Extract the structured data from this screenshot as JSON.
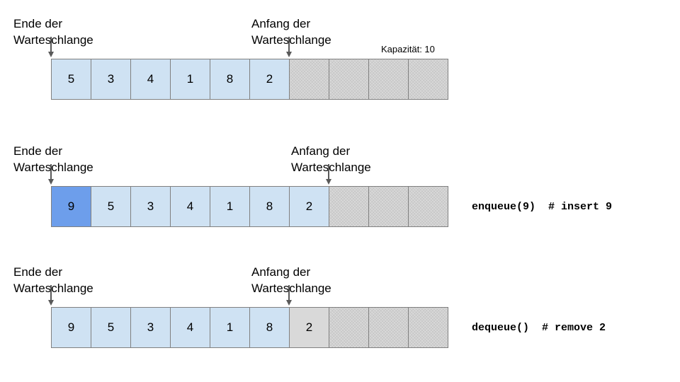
{
  "rows": [
    {
      "tail_label": "Ende der\nWarteschlange",
      "head_label": "Anfang der\nWarteschlange",
      "capacity": "Kapazität: 10",
      "cells": [
        "5",
        "3",
        "4",
        "1",
        "8",
        "2",
        "",
        "",
        "",
        ""
      ],
      "states": [
        "filled",
        "filled",
        "filled",
        "filled",
        "filled",
        "filled",
        "empty",
        "empty",
        "empty",
        "empty"
      ],
      "operation": ""
    },
    {
      "tail_label": "Ende der\nWarteschlange",
      "head_label": "Anfang der\nWarteschlange",
      "cells": [
        "9",
        "5",
        "3",
        "4",
        "1",
        "8",
        "2",
        "",
        "",
        ""
      ],
      "states": [
        "highlight",
        "filled",
        "filled",
        "filled",
        "filled",
        "filled",
        "filled",
        "empty",
        "empty",
        "empty"
      ],
      "operation": "enqueue(9)  # insert 9"
    },
    {
      "tail_label": "Ende der\nWarteschlange",
      "head_label": "Anfang der\nWarteschlange",
      "cells": [
        "9",
        "5",
        "3",
        "4",
        "1",
        "8",
        "2",
        "",
        "",
        ""
      ],
      "states": [
        "filled",
        "filled",
        "filled",
        "filled",
        "filled",
        "filled",
        "removed",
        "empty",
        "empty",
        "empty"
      ],
      "operation": "dequeue()  # remove 2"
    }
  ],
  "colors": {
    "filled": "#cfe2f3",
    "highlight": "#6d9eeb",
    "empty": "#d9d9d9",
    "arrow": "#595959"
  }
}
